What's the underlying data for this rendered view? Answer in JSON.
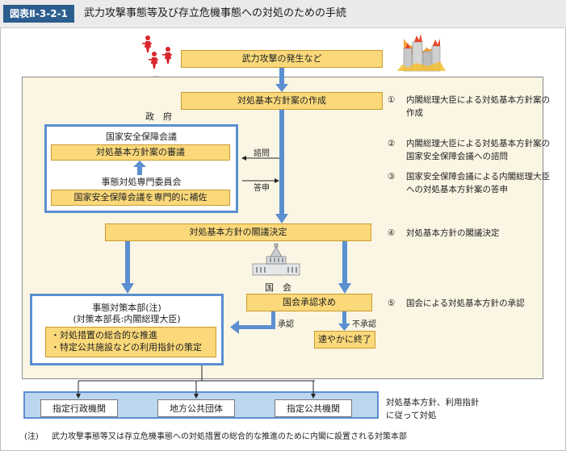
{
  "header": {
    "figure_label": "図表Ⅱ-3-2-1",
    "title": "武力攻撃事態等及び存立危機事態への対処のための手続"
  },
  "main_flow": {
    "attack": "武力攻撃の発生など",
    "government_label": "政　府",
    "draft": "対処基本方針案の作成",
    "cabinet_decision": "対処基本方針の閣議決定",
    "diet_label": "国　会",
    "diet_request": "国会承認求め",
    "approved_label": "承認",
    "not_approved_label": "不承認",
    "terminate": "速やかに終了"
  },
  "nsc": {
    "title": "国家安全保障会議",
    "deliberation": "対処基本方針案の審議",
    "consult_label": "諮問",
    "answer_label": "答申"
  },
  "committee": {
    "title": "事態対処専門委員会",
    "support": "国家安全保障会議を専門的に補佐"
  },
  "hq": {
    "title": "事態対策本部(注)",
    "subtitle": "(対策本部長:内閣総理大臣)",
    "item1": "・対処措置の総合的な推進",
    "item2": "・特定公共施設などの利用指針の策定"
  },
  "bodies": {
    "designated_admin": "指定行政機関",
    "local_gov": "地方公共団体",
    "designated_public": "指定公共機関"
  },
  "notes": [
    {
      "num": "①",
      "text": "内閣総理大臣による対処基本方針案の作成"
    },
    {
      "num": "②",
      "text": "内閣総理大臣による対処基本方針案の国家安全保障会議への諮問"
    },
    {
      "num": "③",
      "text": "国家安全保障会議による内閣総理大臣への対処基本方針案の答申"
    },
    {
      "num": "④",
      "text": "対処基本方針の閣議決定"
    },
    {
      "num": "⑤",
      "text": "国会による対処基本方針の承認"
    }
  ],
  "bottom_note": "対処基本方針、利用指針に従って対処",
  "footnote": {
    "label": "(注)",
    "text": "武力攻撃事態等又は存立危機事態への対処措置の総合的な推進のために内閣に設置される対策本部"
  },
  "icons": [
    "soldiers-icon",
    "burning-city-icon",
    "government-building-icon",
    "diet-building-icon"
  ],
  "colors": {
    "header_label": "#2b5d8f",
    "flow_arrow": "#5b8fd0",
    "yellow_box": "#fbd97a",
    "panel": "#fbf6e4",
    "blue_frame": "#5b8fd0"
  }
}
